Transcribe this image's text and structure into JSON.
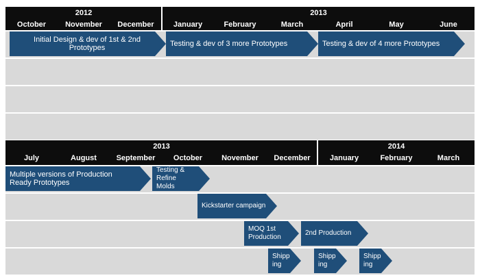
{
  "timeline1": {
    "years": [
      {
        "label": "2012"
      },
      {
        "label": "2013"
      }
    ],
    "months": [
      "October",
      "November",
      "December",
      "January",
      "February",
      "March",
      "April",
      "May",
      "June"
    ],
    "tasks": [
      {
        "label": "Initial Design & dev of 1st & 2nd Prototypes"
      },
      {
        "label": "Testing & dev of 3 more Prototypes"
      },
      {
        "label": "Testing & dev of 4 more Prototypes"
      }
    ]
  },
  "timeline2": {
    "years": [
      {
        "label": "2013"
      },
      {
        "label": "2014"
      }
    ],
    "months": [
      "July",
      "August",
      "September",
      "October",
      "November",
      "December",
      "January",
      "February",
      "March"
    ],
    "tasks": [
      {
        "label": "Multiple versions of Production Ready Prototypes"
      },
      {
        "label": "Testing & Refine Molds"
      },
      {
        "label": "Kickstarter campaign"
      },
      {
        "label": "MOQ 1st Production"
      },
      {
        "label": "2nd Production"
      },
      {
        "label": "Shipp ing"
      },
      {
        "label": "Shipp ing"
      },
      {
        "label": "Shipp ing"
      }
    ]
  },
  "colors": {
    "header_bg": "#0d0d0d",
    "lane_bg": "#d9d9d9",
    "arrow": "#1f4e79",
    "text_on_dark": "#ffffff"
  }
}
